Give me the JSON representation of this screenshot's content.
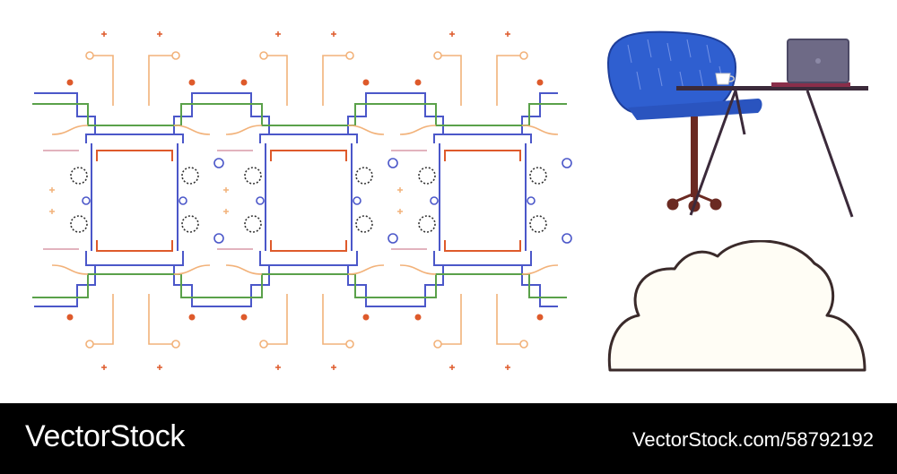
{
  "footer": {
    "brand": "VectorStock",
    "image_ref": "VectorStock.com/58792192",
    "background": "#000000",
    "text_color": "#ffffff"
  },
  "illustrations": {
    "circuit_pattern": {
      "description_icon": "circuit-board-pattern",
      "colors": {
        "blue": "#4b57c9",
        "green": "#5aa14a",
        "orange": "#f2b27a",
        "red": "#de5a2b",
        "pink": "#d99aa8",
        "dark": "#333333"
      }
    },
    "workspace": {
      "icon": "chair-and-desk-with-laptop",
      "colors": {
        "chair": "#2f5fd0",
        "chair_leg": "#6b2a22",
        "desk": "#3b2a3a",
        "laptop": "#6e6a86",
        "cup": "#ffffff"
      }
    },
    "cloud": {
      "icon": "cloud-outline",
      "colors": {
        "fill": "#fffdf5",
        "stroke": "#3a2a2a"
      }
    }
  }
}
